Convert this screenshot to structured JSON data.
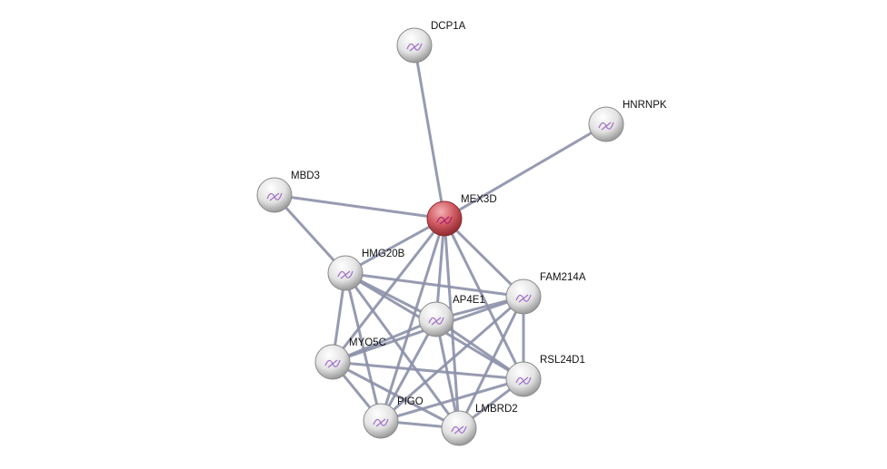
{
  "network": {
    "query_node": "MEX3D",
    "colors": {
      "query": "#c8464f",
      "node": "#dcdcdc",
      "edge": "#8c90a8"
    },
    "nodes": [
      "DCP1A",
      "HNRNPK",
      "MBD3",
      "MEX3D",
      "HMG20B",
      "FAM214A",
      "AP4E1",
      "MYO5C",
      "RSL24D1",
      "PIGO",
      "LMBRD2"
    ],
    "edges": [
      [
        "DCP1A",
        "MEX3D"
      ],
      [
        "HNRNPK",
        "MEX3D"
      ],
      [
        "MBD3",
        "MEX3D"
      ],
      [
        "MBD3",
        "HMG20B"
      ],
      [
        "MEX3D",
        "HMG20B"
      ],
      [
        "MEX3D",
        "AP4E1"
      ],
      [
        "MEX3D",
        "FAM214A"
      ],
      [
        "MEX3D",
        "MYO5C"
      ],
      [
        "MEX3D",
        "PIGO"
      ],
      [
        "MEX3D",
        "LMBRD2"
      ],
      [
        "MEX3D",
        "RSL24D1"
      ],
      [
        "HMG20B",
        "FAM214A"
      ],
      [
        "HMG20B",
        "AP4E1"
      ],
      [
        "HMG20B",
        "MYO5C"
      ],
      [
        "HMG20B",
        "PIGO"
      ],
      [
        "HMG20B",
        "LMBRD2"
      ],
      [
        "HMG20B",
        "RSL24D1"
      ],
      [
        "AP4E1",
        "FAM214A"
      ],
      [
        "AP4E1",
        "MYO5C"
      ],
      [
        "AP4E1",
        "PIGO"
      ],
      [
        "AP4E1",
        "LMBRD2"
      ],
      [
        "AP4E1",
        "RSL24D1"
      ],
      [
        "FAM214A",
        "MYO5C"
      ],
      [
        "FAM214A",
        "PIGO"
      ],
      [
        "FAM214A",
        "LMBRD2"
      ],
      [
        "FAM214A",
        "RSL24D1"
      ],
      [
        "MYO5C",
        "PIGO"
      ],
      [
        "MYO5C",
        "LMBRD2"
      ],
      [
        "MYO5C",
        "RSL24D1"
      ],
      [
        "PIGO",
        "LMBRD2"
      ],
      [
        "PIGO",
        "RSL24D1"
      ],
      [
        "LMBRD2",
        "RSL24D1"
      ]
    ]
  }
}
